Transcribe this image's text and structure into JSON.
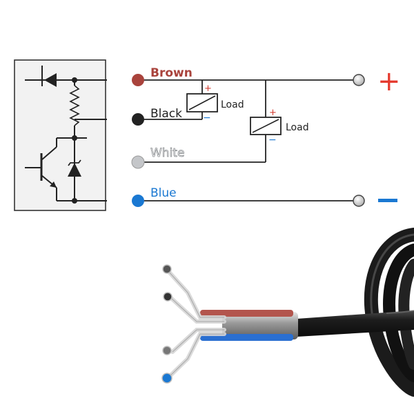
{
  "wires": {
    "brown": {
      "label": "Brown",
      "color": "#a9433c"
    },
    "black": {
      "label": "Black",
      "color": "#222222"
    },
    "white": {
      "label": "White",
      "color": "#b9bcc0"
    },
    "blue": {
      "label": "Blue",
      "color": "#1a78d2"
    }
  },
  "loads": {
    "load1": {
      "label": "Load",
      "plus": "+",
      "minus": "−"
    },
    "load2": {
      "label": "Load",
      "plus": "+",
      "minus": "−"
    }
  },
  "supply": {
    "positive": {
      "symbol": "+",
      "color": "#e53b2f"
    },
    "negative": {
      "symbol": "−",
      "color": "#1a78d2"
    }
  },
  "icons": [
    "diode-symbol",
    "transistor-symbol",
    "zener-diode-symbol",
    "resistor-zigzag-symbol",
    "terminal-icon",
    "sensor-cable-icon"
  ]
}
